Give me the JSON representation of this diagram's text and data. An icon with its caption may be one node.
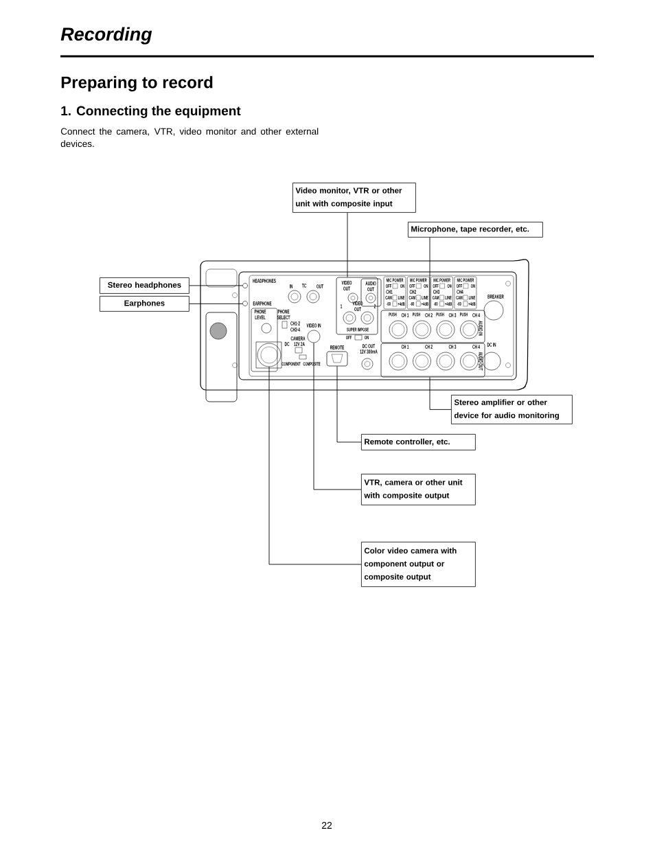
{
  "diagram": {
    "title": "Recording",
    "nodes": [
      {
        "text": [
          "Video monitor, VTR or other unit with composite input"
        ]
      },
      {
        "text": [
          "Microphone, tape recorder, etc."
        ]
      },
      {
        "text": [
          "Stereo headphones"
        ]
      },
      {
        "text": [
          "Earphones"
        ]
      },
      {
        "text": [
          "Stereo amplifier or other device for audio monitoring"
        ]
      },
      {
        "text": [
          "Remote controller, etc."
        ]
      },
      {
        "text": [
          "VTR, camera or other unit with composite output"
        ]
      },
      {
        "text": [
          "Color video camera with component output or composite output"
        ]
      },
      {
        "text": [],
        "shape": "box"
      },
      {
        "text": [],
        "shape": "box"
      },
      {
        "text": [],
        "shape": "circle",
        "beside": [
          "HEADPHONES"
        ]
      },
      {
        "text": [],
        "shape": "circle",
        "beside": [
          "EARPHONE"
        ]
      },
      {
        "text": [],
        "shape": "box"
      },
      {
        "text": [],
        "shape": "box",
        "beside": [
          "REMOTE"
        ]
      },
      {
        "text": [],
        "shape": "circle",
        "beside": [
          "VIDEO IN"
        ]
      },
      {
        "text": [],
        "shape": "circle"
      }
    ],
    "edges": [
      {
        "from": 0,
        "to": 8,
        "arrow": "none"
      },
      {
        "from": 1,
        "to": 9,
        "arrow": "none"
      },
      {
        "from": 2,
        "to": 10,
        "arrow": "none"
      },
      {
        "from": 3,
        "to": 11,
        "arrow": "none"
      },
      {
        "from": 4,
        "to": 12,
        "arrow": "none"
      },
      {
        "from": 5,
        "to": 13,
        "arrow": "none"
      },
      {
        "from": 6,
        "to": 14,
        "arrow": "none"
      },
      {
        "from": 7,
        "to": 15,
        "arrow": "none"
      }
    ],
    "labels": [
      "Preparing to record",
      "1. Connecting the equipment",
      "Connect the camera, VTR, video monitor and other external devices.",
      "IN",
      "TC",
      "OUT",
      "VIDEO OUT",
      "AUDIO OUT",
      "MIC POWER",
      "OFF",
      "ON",
      "CH1",
      "CAM",
      "LINE",
      "-60",
      "+4dB",
      "MIC POWER",
      "OFF",
      "ON",
      "CH2",
      "CAM",
      "LINE",
      "-60",
      "+4dB",
      "MIC POWER",
      "OFF",
      "ON",
      "CH3",
      "CAM",
      "LINE",
      "-60",
      "+4dB",
      "MIC POWER",
      "OFF",
      "ON",
      "CH4",
      "CAM",
      "LINE",
      "-60",
      "+4dB",
      "BREAKER",
      "1",
      "VIDEO OUT",
      "2",
      "PUSH",
      "CH 1",
      "PUSH",
      "CH 2",
      "PUSH",
      "CH 3",
      "PUSH",
      "CH 4",
      "AUDIO IN",
      "PHONE LEVEL",
      "PHONE SELECT",
      "CH1·2",
      "CH3·4",
      "SUPER IMPOSE",
      "CAMERA",
      "OFF",
      "ON",
      "DC",
      "12V 2A",
      "COMPONENT",
      "COMPOSITE",
      "DC OUT",
      "12V 300mA",
      "DC IN",
      "CH 1",
      "CH 2",
      "CH 3",
      "CH 4",
      "AUDIO OUT",
      "22"
    ]
  }
}
